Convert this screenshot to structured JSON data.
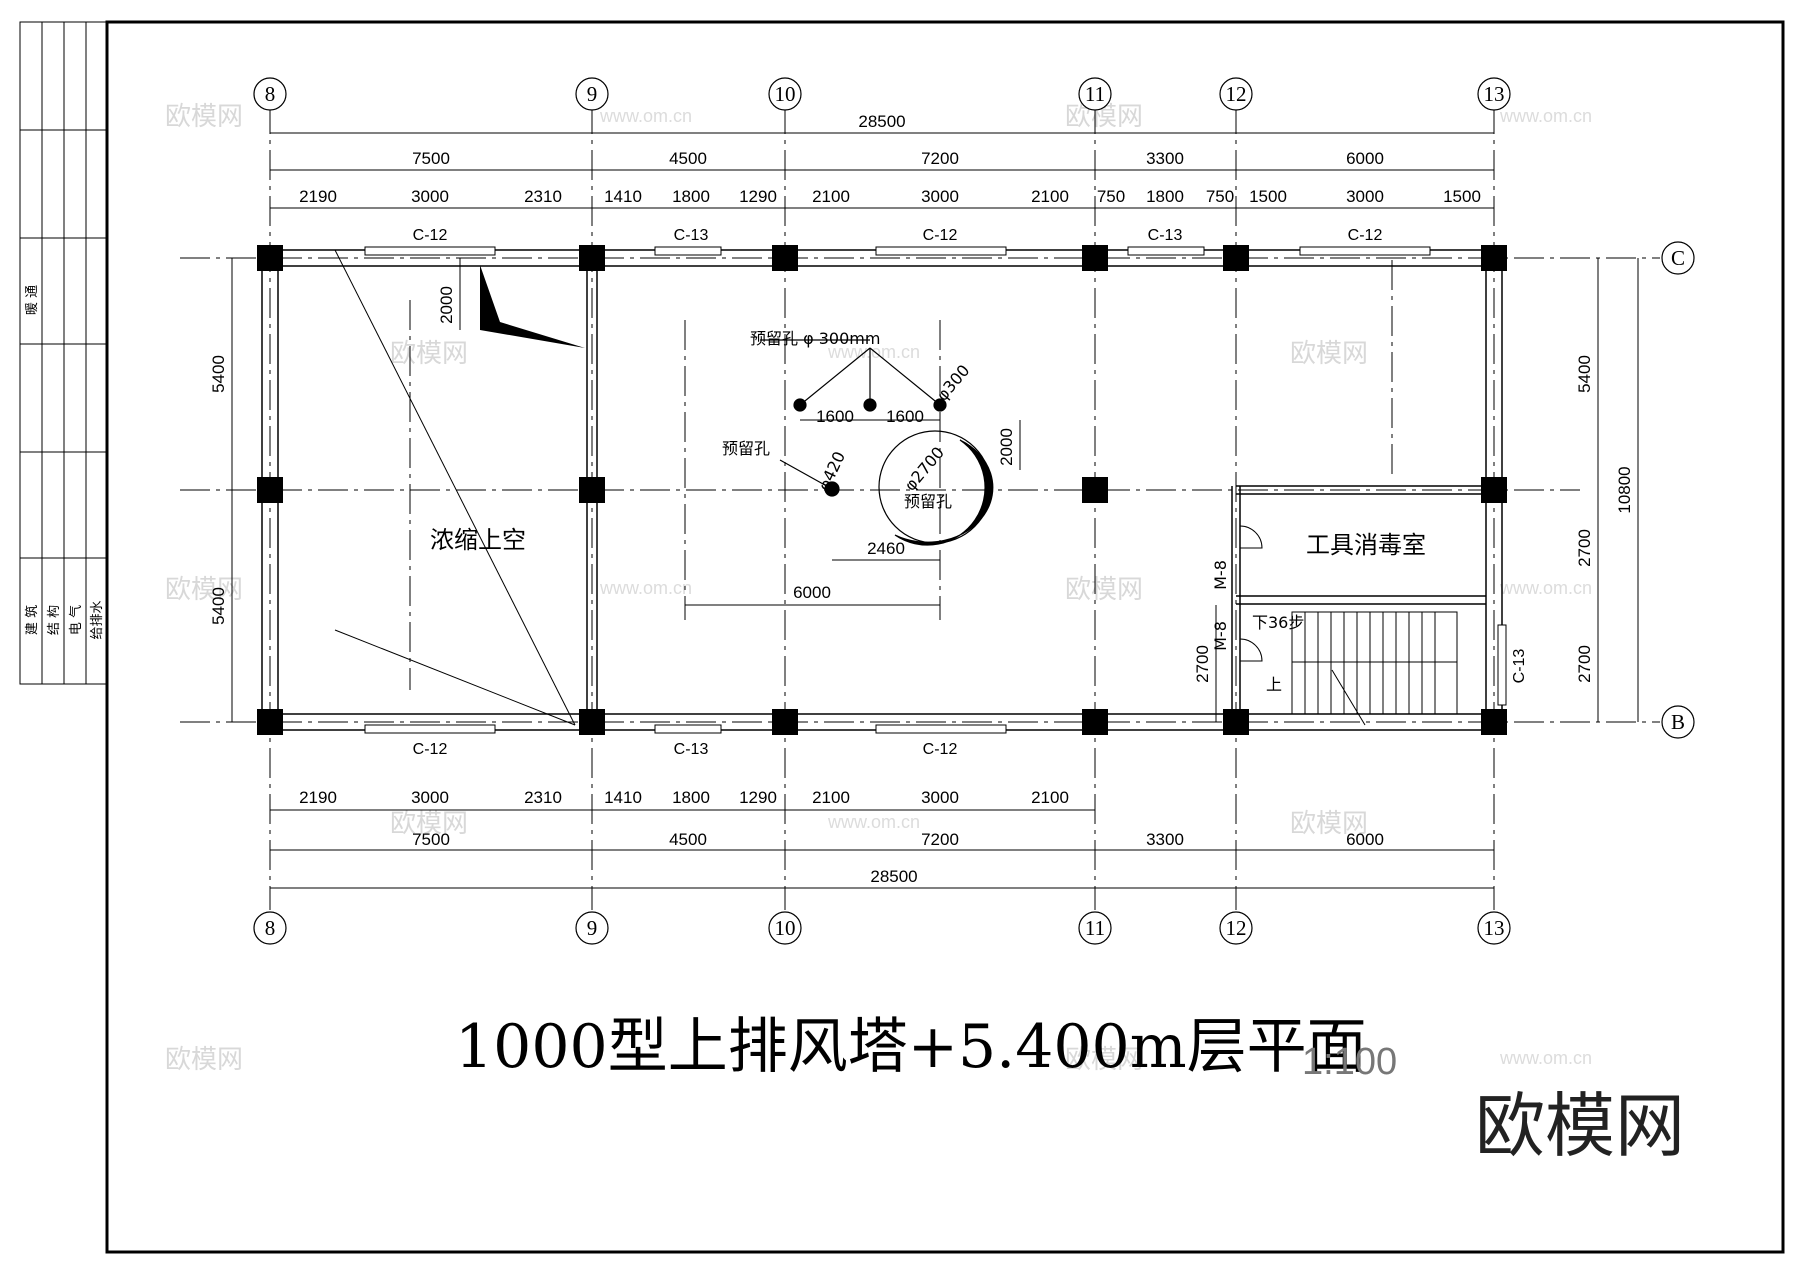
{
  "title": "1000型上排风塔+5.400m层平面",
  "scale": "1:100",
  "logo": "欧模网",
  "watermarks": {
    "brand": "欧模网",
    "url": "www.om.cn"
  },
  "title_block": {
    "top_label": "暖 通",
    "bottom_labels": [
      "建 筑",
      "结 构",
      "电 气",
      "给排水"
    ]
  },
  "axes": {
    "columns": [
      "8",
      "9",
      "10",
      "11",
      "12",
      "13"
    ],
    "rows": [
      "C",
      "B"
    ]
  },
  "dims": {
    "top_total": "28500",
    "top_bays": [
      "7500",
      "4500",
      "7200",
      "3300",
      "6000"
    ],
    "top_details": [
      "2190",
      "3000",
      "2310",
      "1410",
      "1800",
      "1290",
      "2100",
      "3000",
      "2100",
      "750",
      "1800",
      "750",
      "1500",
      "3000",
      "1500"
    ],
    "bottom_details": [
      "2190",
      "3000",
      "2310",
      "1410",
      "1800",
      "1290",
      "2100",
      "3000",
      "2100"
    ],
    "bottom_bays": [
      "7500",
      "4500",
      "7200",
      "3300",
      "6000"
    ],
    "bottom_total": "28500",
    "left": [
      "5400",
      "5400"
    ],
    "right_inner": [
      "5400",
      "2700",
      "2700"
    ],
    "right_total": "10800",
    "interior": {
      "win_height": "2000",
      "hole_gap_1": "1600",
      "hole_gap_2": "1600",
      "hole_v": "2000",
      "hole_h": "2460",
      "span_6000": "6000",
      "stair_2700": "2700"
    }
  },
  "windows": {
    "top": [
      "C-12",
      "C-13",
      "C-12",
      "C-13",
      "C-12"
    ],
    "bottom": [
      "C-12",
      "C-13",
      "C-12"
    ],
    "side": "C-13"
  },
  "doors": [
    "M-8",
    "M-8"
  ],
  "rooms": {
    "void": "浓缩上空",
    "tool": "工具消毒室"
  },
  "annotations": {
    "holes_300": "预留孔 φ 300mm",
    "hole_dia_300": "φ300",
    "hole_left": "预留孔",
    "hole_dia_420": "φ420",
    "big_hole_dia": "φ2700",
    "big_hole": "预留孔",
    "stair_down": "下36步",
    "stair_up": "上"
  }
}
